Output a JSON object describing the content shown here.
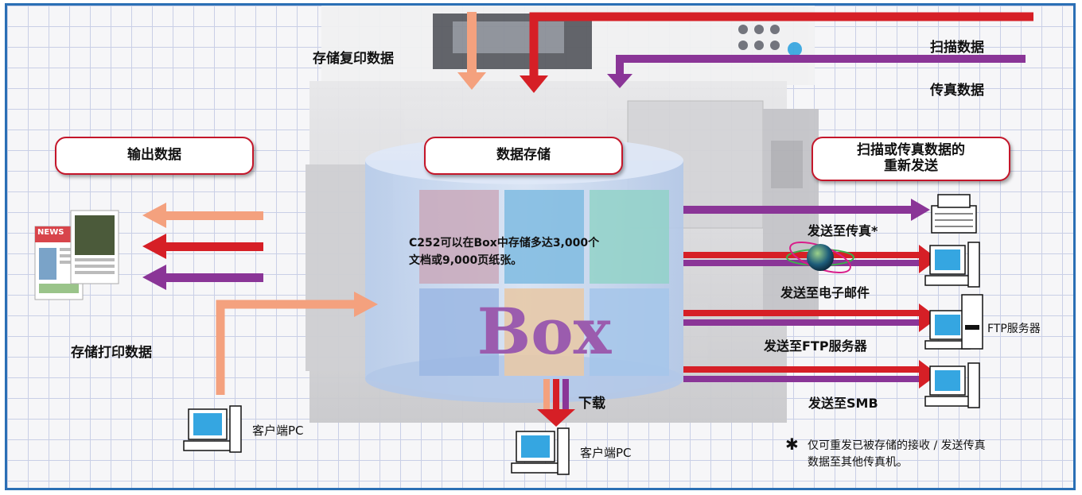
{
  "labels": {
    "store_copy": "存储复印数据",
    "scan_data": "扫描数据",
    "fax_data": "传真数据",
    "output_data": "输出数据",
    "data_storage": "数据存储",
    "resend_line1": "扫描或传真数据的",
    "resend_line2": "重新发送",
    "capacity_line1": "C252可以在Box中存储多达3,000个",
    "capacity_line2": "文档或9,000页纸张。",
    "box": "Box",
    "download": "下载",
    "store_print": "存储打印数据",
    "client_pc_left": "客户端PC",
    "client_pc_center": "客户端PC",
    "send_fax": "发送至传真*",
    "send_email": "发送至电子邮件",
    "send_ftp": "发送至FTP服务器",
    "send_smb": "发送至SMB",
    "ftp_server": "FTP服务器",
    "note_mark": "✱",
    "note_line1": "仅可重发已被存储的接收 / 发送传真",
    "note_line2": "数据至其他传真机。",
    "news_logo": "NEWS"
  },
  "colors": {
    "copy_arrow": "#f4a17e",
    "scan_arrow": "#d61f26",
    "fax_arrow": "#8a3597",
    "frame": "#2a6fb5",
    "callout_border": "#c4162a"
  }
}
